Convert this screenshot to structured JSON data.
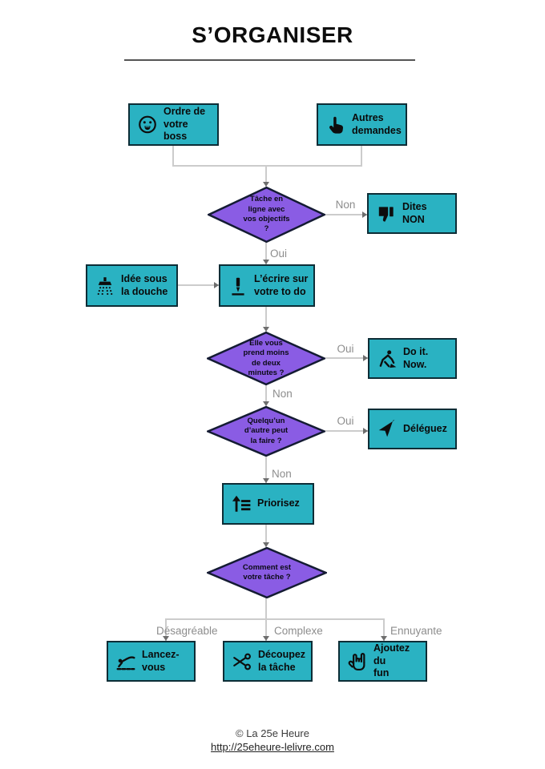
{
  "title": "S’ORGANISER",
  "colors": {
    "node_fill": "#2ab2c2",
    "node_border": "#0d2d36",
    "decision_fill": "#8a5ce4",
    "decision_border": "#141b33",
    "connector": "#cccccc",
    "edge_label": "#8d8d8d",
    "text": "#0b0b0b",
    "footer_text": "#3c3c3c",
    "link": "#222222"
  },
  "nodes": {
    "boss": {
      "label": "Ordre de\nvotre boss",
      "icon": "shocked-face-icon"
    },
    "autres": {
      "label": "Autres\ndemandes",
      "icon": "pointing-hand-icon"
    },
    "dites_non": {
      "label": "Dites\nNON",
      "icon": "thumbs-down-icon"
    },
    "idee_douche": {
      "label": "Idée sous\nla douche",
      "icon": "shower-icon"
    },
    "ecrire_todo": {
      "label": "L’écrire sur\nvotre to do",
      "icon": "pen-icon"
    },
    "do_it_now": {
      "label": "Do it. Now.",
      "icon": "worker-digging-icon"
    },
    "deleguez": {
      "label": "Déléguez",
      "icon": "paper-plane-icon"
    },
    "priorisez": {
      "label": "Priorisez",
      "icon": "sort-priority-icon"
    },
    "lancez_vous": {
      "label": "Lancez-\nvous",
      "icon": "diving-icon"
    },
    "decoupez": {
      "label": "Découpez\nla tâche",
      "icon": "scissors-icon"
    },
    "ajoutez_fun": {
      "label": "Ajoutez du\nfun",
      "icon": "rock-hand-icon"
    }
  },
  "decisions": {
    "objectifs": {
      "label": "Tâche en\nligne avec\nvos objectifs\n?"
    },
    "deux_minutes": {
      "label": "Elle vous\nprend moins\nde deux\nminutes ?"
    },
    "quelquun": {
      "label": "Quelqu’un\nd’autre peut\nla faire ?"
    },
    "comment": {
      "label": "Comment est\nvotre tâche ?"
    }
  },
  "edges": {
    "objectifs_non": "Non",
    "objectifs_oui": "Oui",
    "minutes_oui": "Oui",
    "minutes_non": "Non",
    "faire_oui": "Oui",
    "faire_non": "Non",
    "branch_desagreable": "Désagréable",
    "branch_complexe": "Complexe",
    "branch_ennuyante": "Ennuyante"
  },
  "footer": {
    "copyright": "© La 25e Heure",
    "link": "http://25eheure-lelivre.com"
  }
}
